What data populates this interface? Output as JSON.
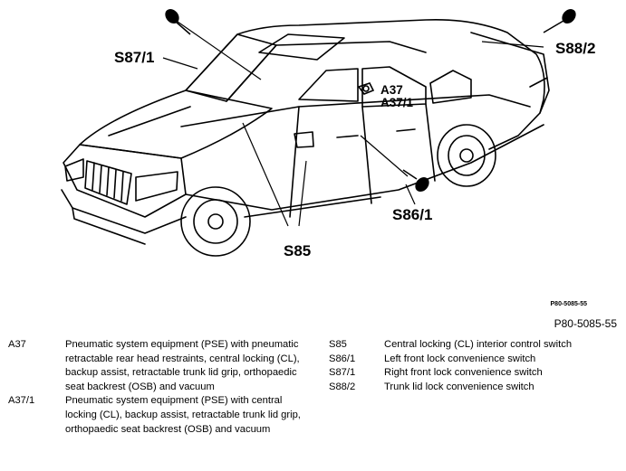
{
  "diagram": {
    "callouts": {
      "s87_1": "S87/1",
      "s88_2": "S88/2",
      "a37": "A37",
      "a37_1": "A37/1",
      "s86_1": "S86/1",
      "s85": "S85"
    },
    "small_code": "P80-5085-55",
    "figure_code": "P80-5085-55"
  },
  "legend": {
    "left": [
      {
        "code": "A37",
        "desc": "Pneumatic system equipment (PSE) with pneumatic retractable rear head restraints, central locking (CL), backup assist, retractable trunk lid grip, orthopaedic seat backrest (OSB) and vacuum"
      },
      {
        "code": "A37/1",
        "desc": "Pneumatic system equipment (PSE) with central locking (CL), backup assist, retractable trunk lid grip, orthopaedic seat backrest (OSB) and vacuum"
      }
    ],
    "right": [
      {
        "code": "S85",
        "desc": "Central locking (CL) interior control switch"
      },
      {
        "code": "S86/1",
        "desc": "Left front lock convenience switch"
      },
      {
        "code": "S87/1",
        "desc": "Right front lock convenience switch"
      },
      {
        "code": "S88/2",
        "desc": "Trunk lid lock convenience switch"
      }
    ]
  }
}
